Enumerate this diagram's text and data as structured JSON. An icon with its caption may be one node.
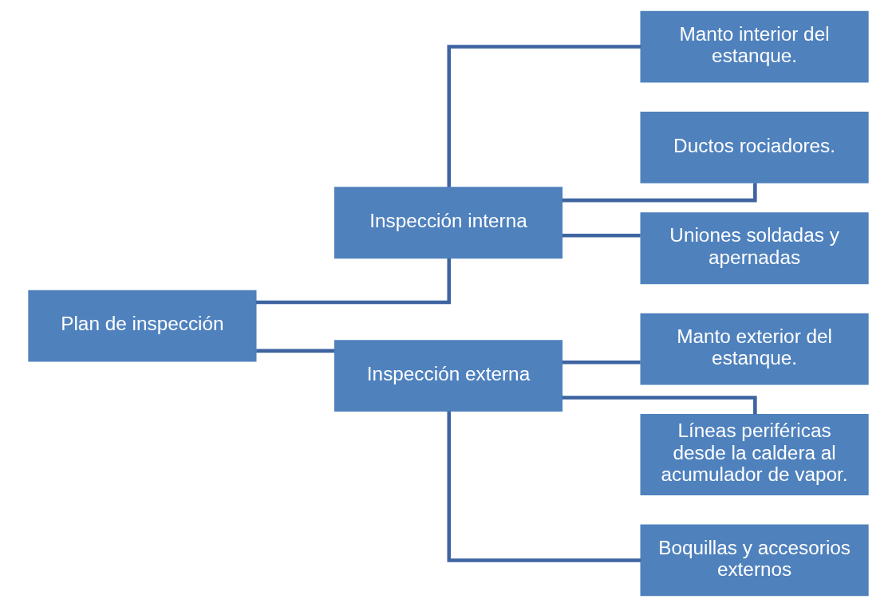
{
  "diagram": {
    "nodes": [
      {
        "text": [
          "Plan de inspección"
        ]
      },
      {
        "text": [
          "Inspección interna"
        ]
      },
      {
        "text": [
          "Manto interior del estanque."
        ]
      },
      {
        "text": [
          "Ductos rociadores."
        ]
      },
      {
        "text": [
          "Uniones soldadas y apernadas"
        ]
      },
      {
        "text": [
          "Inspección externa"
        ]
      },
      {
        "text": [
          "Manto exterior del estanque."
        ]
      },
      {
        "text": [
          "Líneas periféricas desde la caldera al acumulador de vapor."
        ]
      },
      {
        "text": [
          "Boquillas y accesorios externos"
        ]
      }
    ],
    "edges": [
      {
        "from": 0,
        "to": 1,
        "arrow": "none"
      },
      {
        "from": 0,
        "to": 5,
        "arrow": "none"
      },
      {
        "from": 1,
        "to": 2,
        "arrow": "none"
      },
      {
        "from": 1,
        "to": 3,
        "arrow": "none"
      },
      {
        "from": 1,
        "to": 4,
        "arrow": "none"
      },
      {
        "from": 5,
        "to": 6,
        "arrow": "none"
      },
      {
        "from": 5,
        "to": 7,
        "arrow": "none"
      },
      {
        "from": 5,
        "to": 8,
        "arrow": "none"
      }
    ]
  }
}
